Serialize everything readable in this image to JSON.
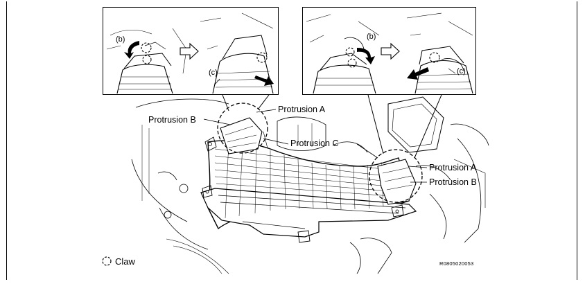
{
  "labels": {
    "protrusion_a_left": "Protrusion A",
    "protrusion_b_left": "Protrusion B",
    "protrusion_c": "Protrusion C",
    "protrusion_a_right": "Protrusion A",
    "protrusion_b_right": "Protrusion B"
  },
  "insets": {
    "left": {
      "b_label": "(b)",
      "c_label": "(c)"
    },
    "right": {
      "b_label": "(b)",
      "c_label": "(c)"
    }
  },
  "legend": {
    "claw_label": "Claw",
    "claw_icon": "dashed-circle-icon"
  },
  "figure_code": "R0805020053",
  "colors": {
    "line": "#000000",
    "background": "#ffffff",
    "arrow_fill": "#000000"
  }
}
